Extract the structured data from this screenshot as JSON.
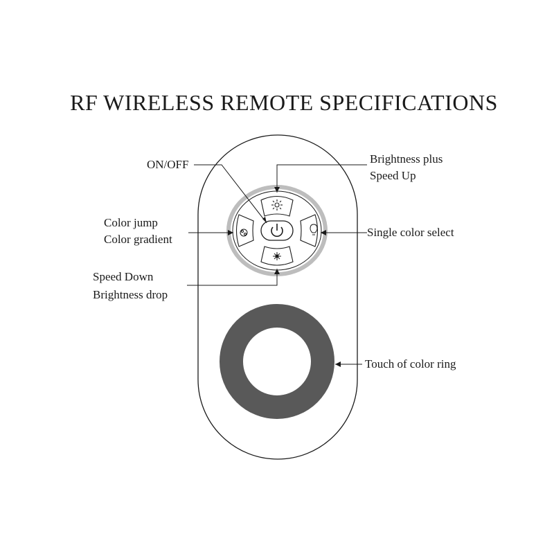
{
  "title": "RF WIRELESS  REMOTE SPECIFICATIONS",
  "labels": {
    "on_off": "ON/OFF",
    "brightness_plus": "Brightness plus",
    "speed_up": "Speed Up",
    "color_jump": "Color jump",
    "color_gradient": "Color gradient",
    "single_color_select": "Single color select",
    "speed_down": "Speed Down",
    "brightness_drop": "Brightness drop",
    "touch_color_ring": "Touch of color ring"
  },
  "icons": {
    "power": "power-icon",
    "brightness_up": "sun-icon",
    "brightness_down": "small-sun-icon",
    "mode": "mode-icon",
    "single_color": "bulb-icon"
  },
  "colors": {
    "outline": "#1a1a1a",
    "ring": "#595959",
    "button_bezel": "#bdbdbd"
  }
}
